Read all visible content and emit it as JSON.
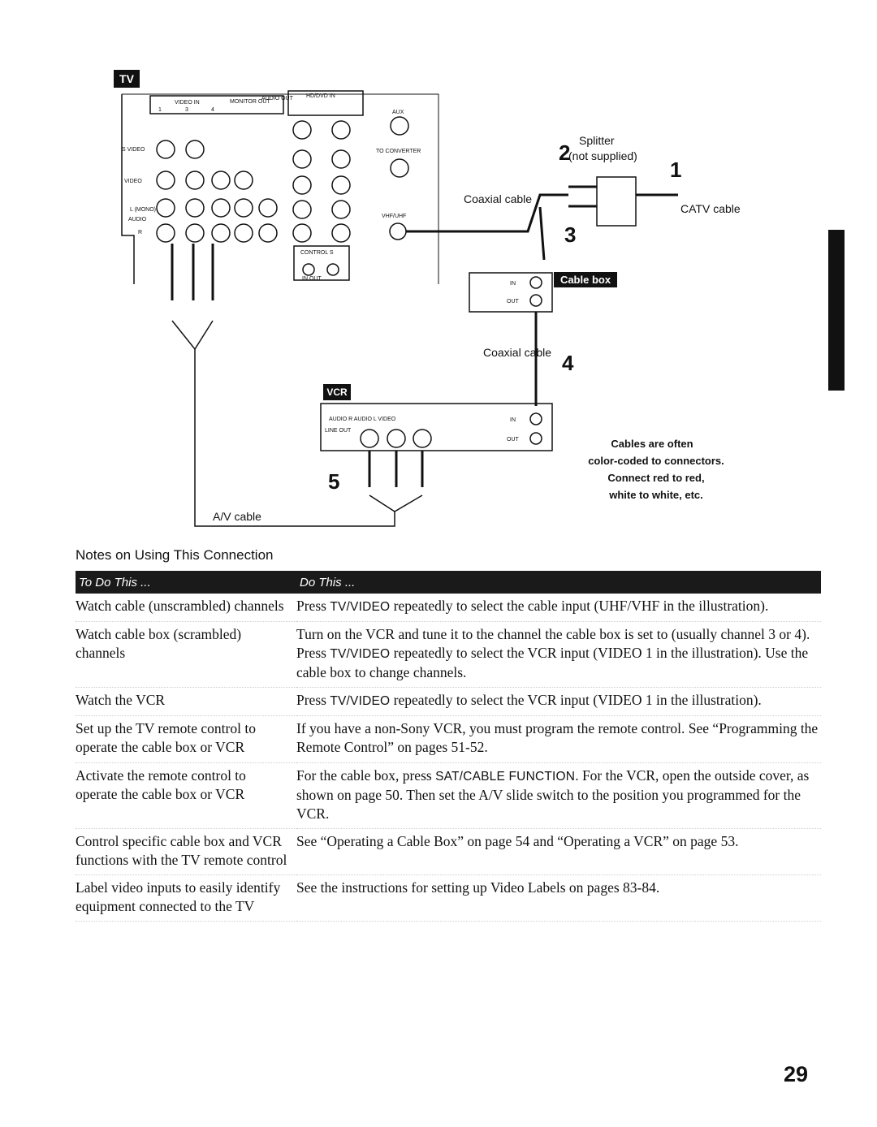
{
  "diagram": {
    "tv_label": "TV",
    "vcr_label": "VCR",
    "cable_box_label": "Cable box",
    "panel": {
      "video_in": "VIDEO IN",
      "monitor_out": "MONITOR OUT",
      "audio_out": "AUDIO OUT",
      "hd_dvd_in": "HD/DVD IN",
      "s_video": "S VIDEO",
      "video": "VIDEO",
      "l_mono": "L (MONO)",
      "audio": "AUDIO",
      "r": "R",
      "aux": "AUX",
      "to_converter": "TO CONVERTER",
      "vhf_uhf": "VHF/UHF",
      "control_s": "CONTROL S",
      "in_out": "IN OUT",
      "in": "IN",
      "out": "OUT",
      "vcr_audio_video": "AUDIO R AUDIO L VIDEO",
      "line_out": "LINE OUT"
    },
    "splitter": "Splitter",
    "not_supplied": "(not supplied)",
    "coaxial_cable_1": "Coaxial cable",
    "coaxial_cable_2": "Coaxial cable",
    "catv_cable": "CATV cable",
    "av_cable": "A/V cable",
    "step1": "1",
    "step2": "2",
    "step3": "3",
    "step4": "4",
    "step5": "5",
    "note_line1": "Cables are often",
    "note_line2": "color-coded to connectors.",
    "note_line3": "Connect red to red,",
    "note_line4": "white to white, etc."
  },
  "notes": {
    "title": "Notes on Using This Connection",
    "col1_header": "To Do This ...",
    "col2_header": "Do This ...",
    "rows": [
      {
        "todo": "Watch cable (unscrambled) channels",
        "do_pre": "Press ",
        "do_key": "TV/VIDEO",
        "do_post": " repeatedly to select the cable input (UHF/VHF in the illustration).",
        "do_key2": "",
        "do_post2": ""
      },
      {
        "todo": "Watch cable box (scrambled) channels",
        "do_pre": "Turn on the VCR and tune it to the channel the cable box is set to (usually channel 3 or 4). Press ",
        "do_key": "TV/VIDEO",
        "do_post": " repeatedly to select the VCR input (VIDEO 1 in the illustration). Use the cable box to change channels.",
        "do_key2": "",
        "do_post2": ""
      },
      {
        "todo": "Watch the VCR",
        "do_pre": "Press ",
        "do_key": "TV/VIDEO",
        "do_post": " repeatedly to select the VCR input (VIDEO 1 in the illustration).",
        "do_key2": "",
        "do_post2": ""
      },
      {
        "todo": "Set up the TV remote control to operate the cable box or VCR",
        "do_pre": "If you have a non-Sony VCR, you must program the remote control. See “Programming the Remote Control” on pages 51-52.",
        "do_key": "",
        "do_post": "",
        "do_key2": "",
        "do_post2": ""
      },
      {
        "todo": "Activate the remote control to operate the cable box or VCR",
        "do_pre": "For the cable box, press ",
        "do_key": "SAT/CABLE FUNCTION",
        "do_post": ". For the VCR, open the outside cover, as shown on page 50. Then set the A/V slide switch to the position you programmed for the VCR.",
        "do_key2": "",
        "do_post2": ""
      },
      {
        "todo": "Control specific cable box and VCR functions with the TV remote control",
        "do_pre": "See “Operating a Cable Box” on page 54 and “Operating a VCR” on page 53.",
        "do_key": "",
        "do_post": "",
        "do_key2": "",
        "do_post2": ""
      },
      {
        "todo": "Label video inputs to easily identify equipment connected to the TV",
        "do_pre": "See the instructions for setting up Video Labels on pages 83-84.",
        "do_key": "",
        "do_post": "",
        "do_key2": "",
        "do_post2": ""
      }
    ]
  },
  "page_number": "29"
}
